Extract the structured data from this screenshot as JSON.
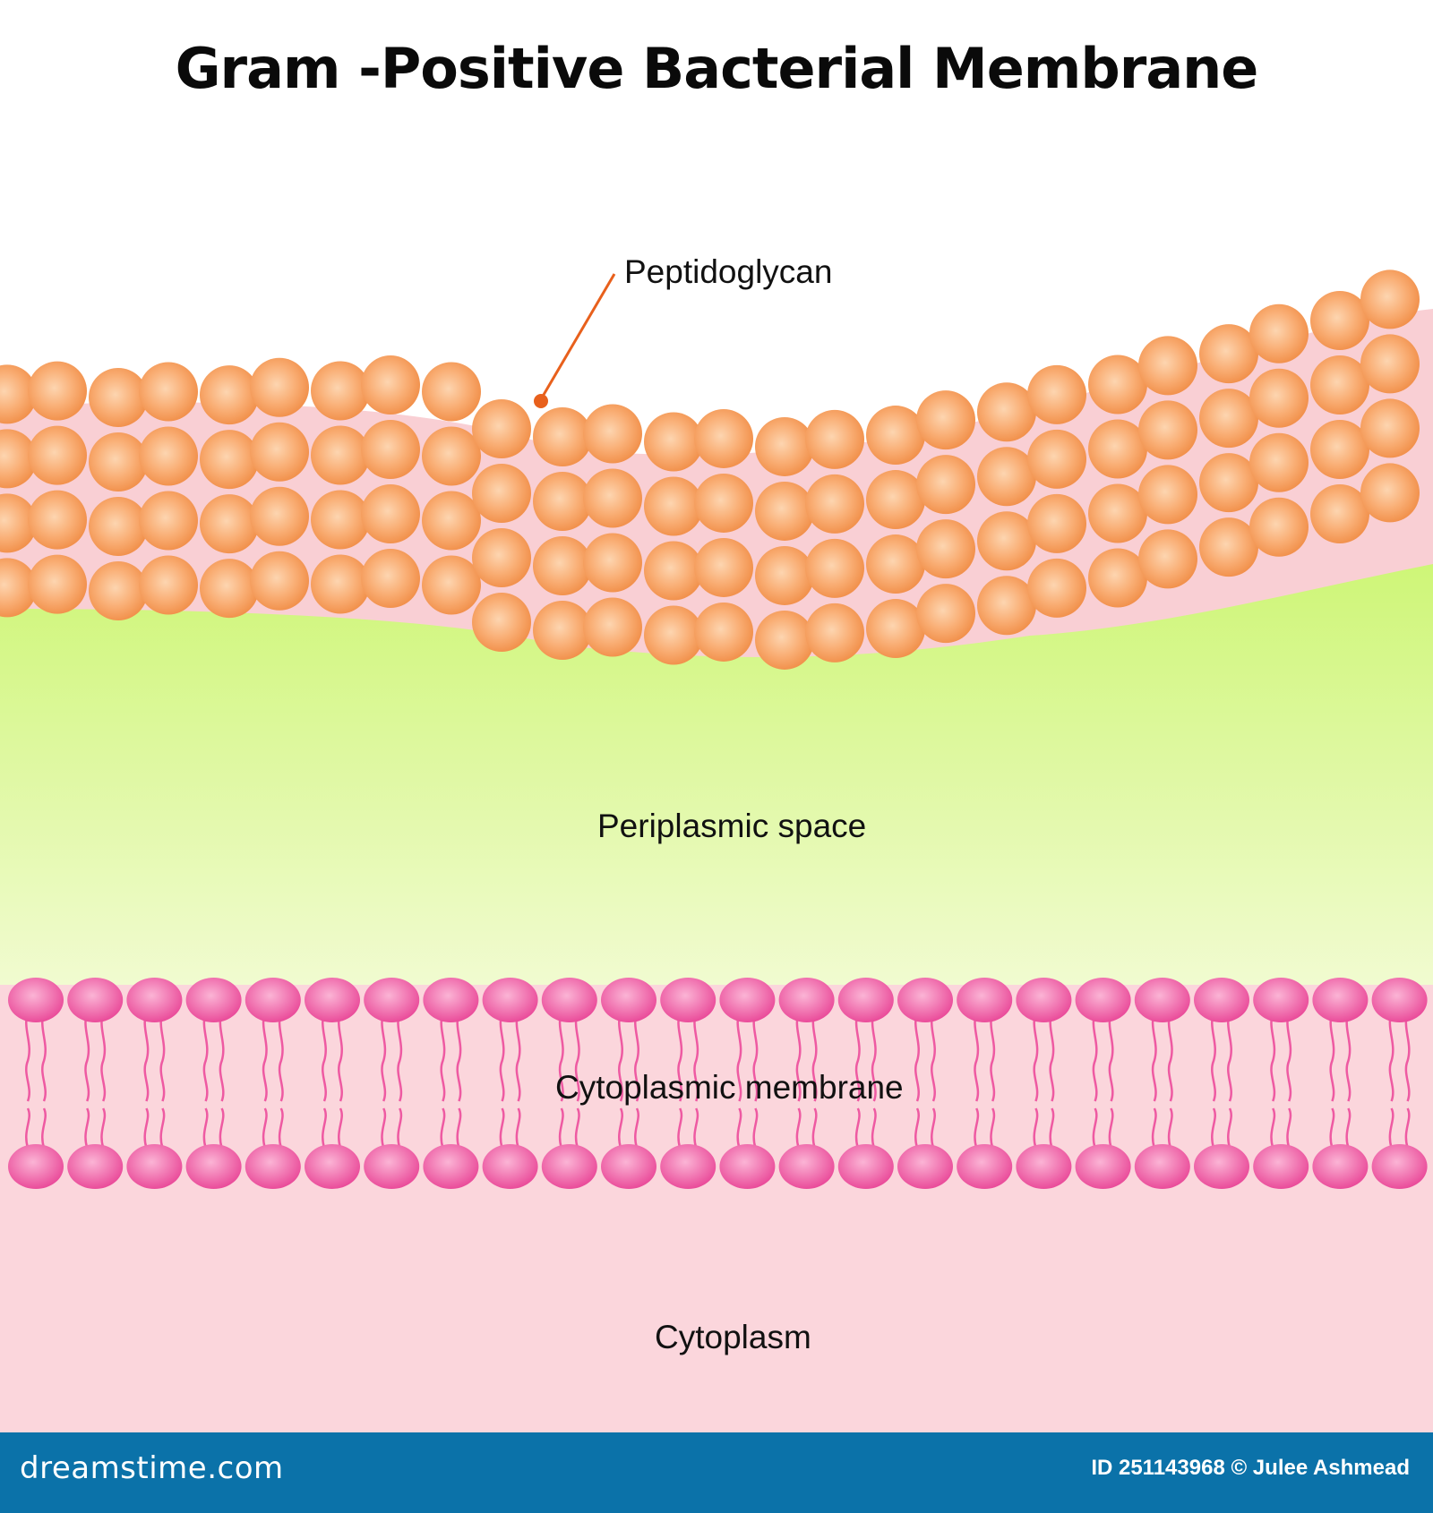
{
  "title": "Gram -Positive Bacterial Membrane",
  "labels": {
    "peptidoglycan": "Peptidoglycan",
    "periplasmic_space": "Periplasmic space",
    "cytoplasmic_membrane": "Cytoplasmic membrane",
    "cytoplasm": "Cytoplasm"
  },
  "footer": {
    "site": "dreamstime.com",
    "credit": "ID 251143968 © Julee Ashmead"
  },
  "colors": {
    "sphere_light": "#fdd5b0",
    "sphere_mid": "#f9ad73",
    "sphere_dark": "#f08c45",
    "pointer": "#e8601c",
    "pink_band": "#f9cfd4",
    "periplasm_top": "#c9f56a",
    "periplasm_bottom": "#f1fbd0",
    "cytoplasm_bg": "#fbd6dc",
    "lipid_head_light": "#fbb4d5",
    "lipid_head_dark": "#ea4c9a",
    "lipid_tail": "#ee5aa2",
    "footer_bg": "#0b72a9"
  }
}
